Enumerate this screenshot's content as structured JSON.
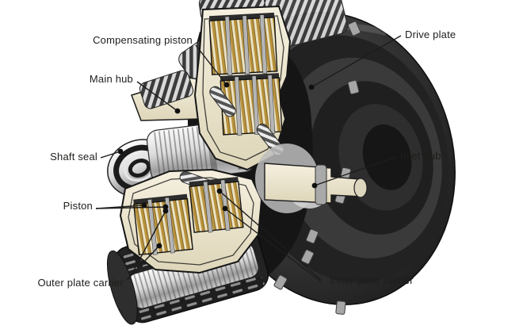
{
  "labels": {
    "compensating_piston": "Compensating piston",
    "drive_plate": "Drive plate",
    "main_hub": "Main hub",
    "shaft_seal": "Shaft seal",
    "inlet_hub": "Inlet hub",
    "piston": "Piston",
    "outer_plate_carrier": "Outer plate carrier",
    "inner_plate_carrier": "Inner plate carrier"
  },
  "colors": {
    "background": "#ffffff",
    "label_text": "#1d1d1b",
    "leader_line": "#1d1d1b",
    "cutaway_cream": "#ece6cf",
    "clutch_plate_gold": "#b8923c",
    "drive_plate_dark": "#2a2a2a",
    "metal_chrome": "#d9d9d9"
  }
}
